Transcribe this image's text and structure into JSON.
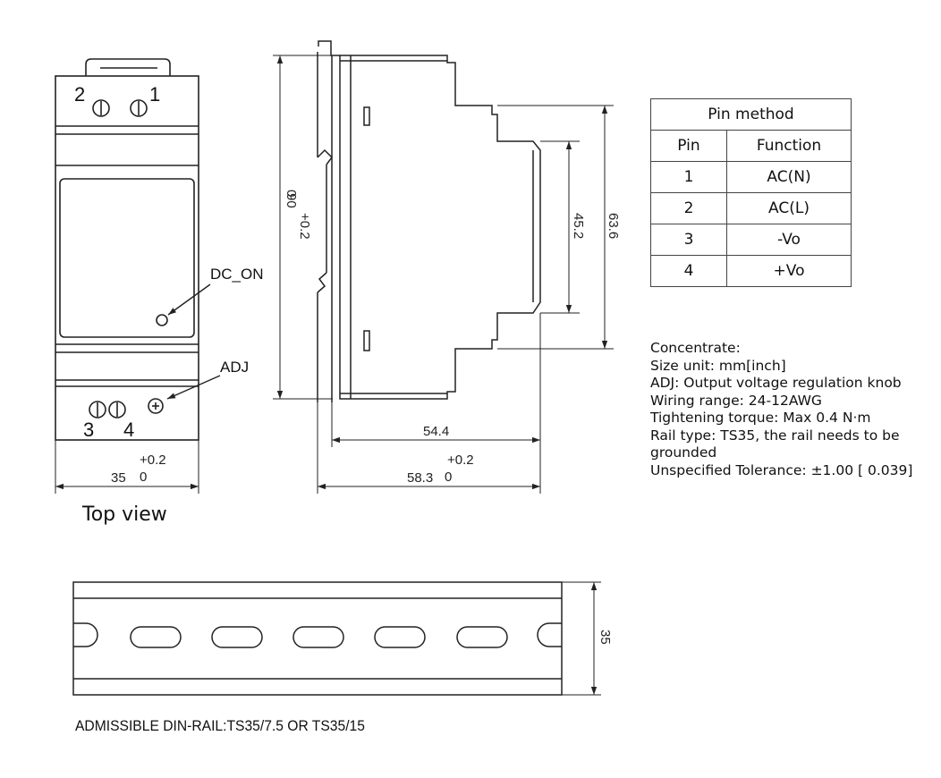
{
  "front_view": {
    "terminal_top_left": "2",
    "terminal_top_right": "1",
    "terminal_bottom_left": "3",
    "terminal_bottom_right": "4",
    "dc_on_label": "DC_ON",
    "adj_label": "ADJ",
    "width_value": "35",
    "width_tol_plus": "+0.2",
    "width_tol_minus": "0",
    "caption": "Top view"
  },
  "side_view": {
    "height_value": "90",
    "height_tol_plus": "+0.2",
    "height_tol_minus": "0",
    "inner_height": "45.2",
    "outer_height": "63.6",
    "depth_inner": "54.4",
    "depth_total": "58.3",
    "depth_tol_plus": "+0.2",
    "depth_tol_minus": "0"
  },
  "pin_table": {
    "title": "Pin method",
    "headers": [
      "Pin",
      "Function"
    ],
    "rows": [
      [
        "1",
        "AC(N)"
      ],
      [
        "2",
        "AC(L)"
      ],
      [
        "3",
        "-Vo"
      ],
      [
        "4",
        "+Vo"
      ]
    ]
  },
  "notes": [
    "Concentrate:",
    "Size unit: mm[inch]",
    "ADJ: Output voltage regulation knob",
    "Wiring range: 24-12AWG",
    "Tightening torque: Max 0.4 N·m",
    "Rail type: TS35, the rail needs to be grounded",
    "Unspecified Tolerance: ±1.00 [ 0.039]"
  ],
  "rail": {
    "height_value": "35",
    "caption": "ADMISSIBLE DIN-RAIL:TS35/7.5 OR TS35/15"
  }
}
